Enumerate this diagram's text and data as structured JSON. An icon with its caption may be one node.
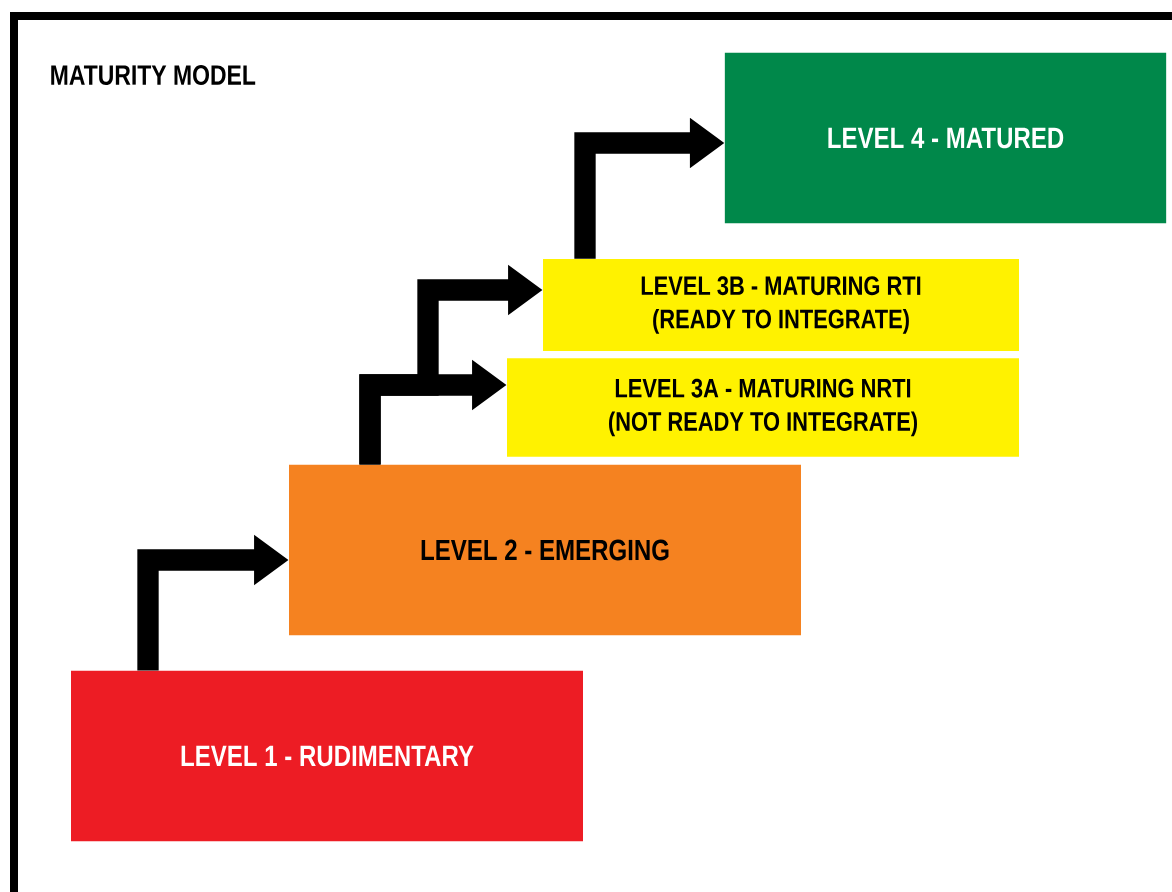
{
  "diagram": {
    "title": "MATURITY MODEL",
    "nodes": [
      {
        "text": [
          "LEVEL 1 - RUDIMENTARY"
        ]
      },
      {
        "text": [
          "LEVEL 2 - EMERGING"
        ]
      },
      {
        "text": [
          "LEVEL 3A - MATURING NRTI",
          "(NOT READY TO INTEGRATE)"
        ]
      },
      {
        "text": [
          "LEVEL 3B - MATURING RTI",
          "(READY TO INTEGRATE)"
        ]
      },
      {
        "text": [
          "LEVEL 4 - MATURED"
        ]
      }
    ],
    "edges": [
      {
        "from": 0,
        "to": 1,
        "arrow": "to"
      },
      {
        "from": 1,
        "to": 2,
        "arrow": "to"
      },
      {
        "from": 1,
        "to": 3,
        "arrow": "to"
      },
      {
        "from": 3,
        "to": 4,
        "arrow": "to"
      }
    ]
  }
}
